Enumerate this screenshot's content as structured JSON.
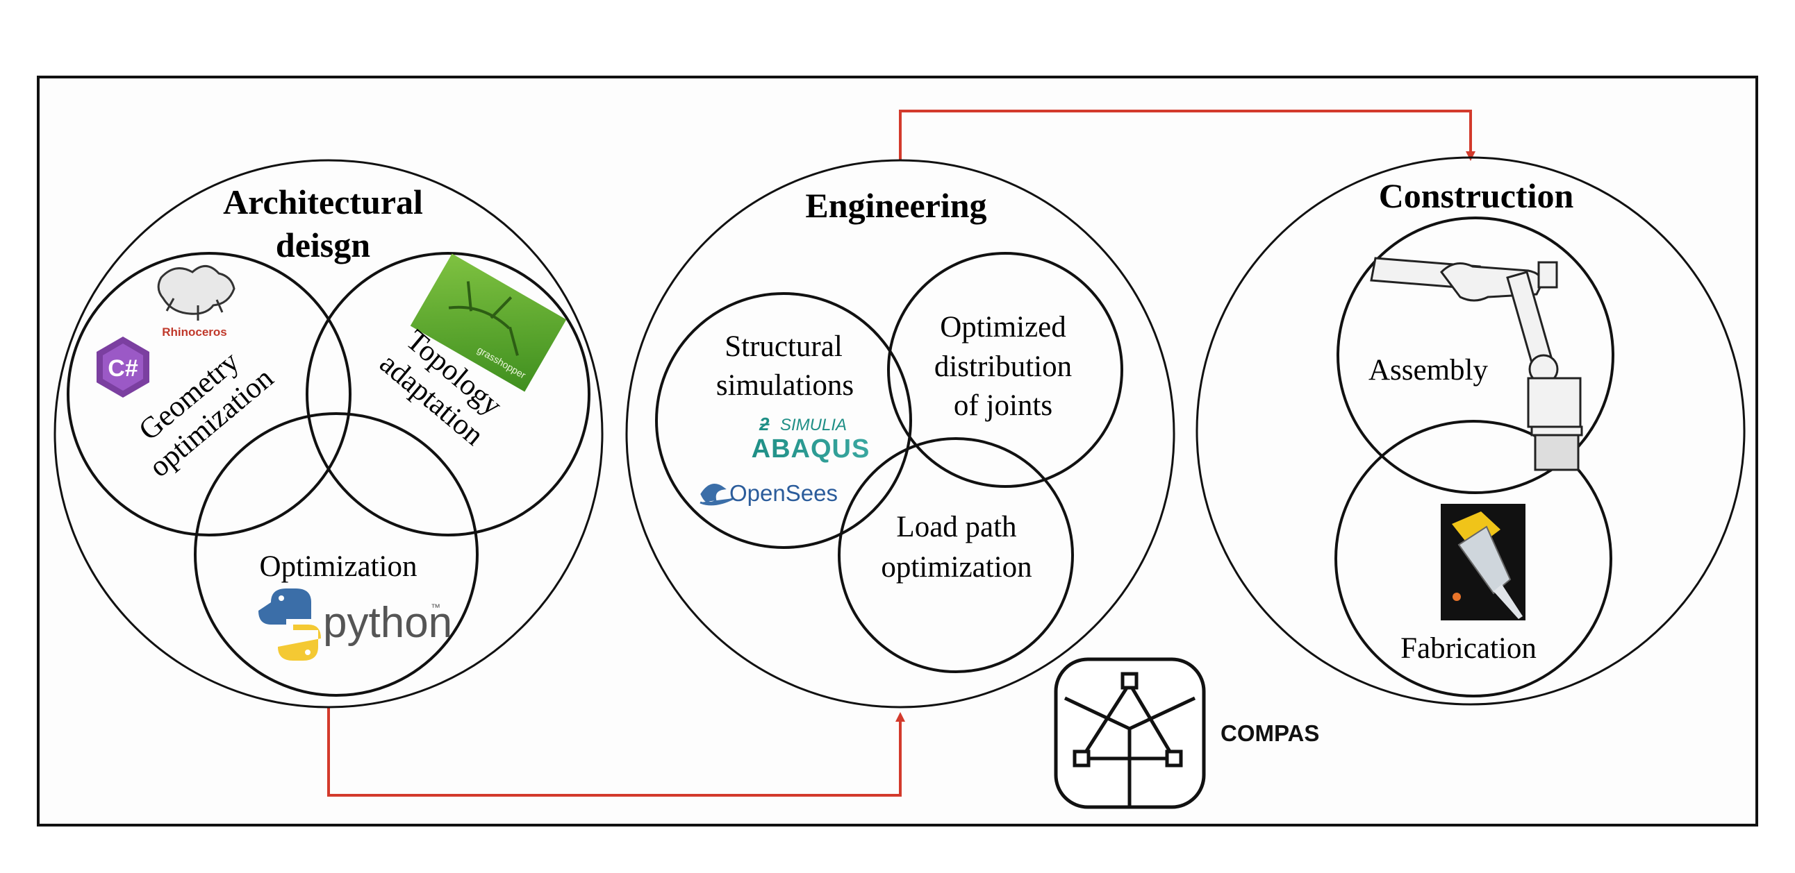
{
  "colors": {
    "arrow": "#d33a2c",
    "line": "#111111",
    "frame_bg": "#fdfdfd"
  },
  "architectural": {
    "title_line1": "Architectural",
    "title_line2": "deisgn",
    "geometry_line1": "Geometry",
    "geometry_line2": "optimization",
    "topology_line1": "Topology",
    "topology_line2": "adaptation",
    "optimization": "Optimization",
    "rhino_logo_text": "Rhinoceros",
    "csharp_logo_text": "C#",
    "grasshopper_logo_text": "grasshopper",
    "python_logo_text": "python",
    "python_tm": "™"
  },
  "engineering": {
    "title": "Engineering",
    "structural_line1": "Structural",
    "structural_line2": "simulations",
    "joints_line1": "Optimized",
    "joints_line2": "distribution",
    "joints_line3": "of joints",
    "loadpath_line1": "Load path",
    "loadpath_line2": "optimization",
    "simulia_logo_text": "SIMULIA",
    "abaqus_logo_text": "ABAQUS",
    "opensees_logo_text": "OpenSees"
  },
  "construction": {
    "title": "Construction",
    "assembly": "Assembly",
    "fabrication": "Fabrication"
  },
  "compas": {
    "label": "COMPAS",
    "icon": "compas-network-icon"
  }
}
